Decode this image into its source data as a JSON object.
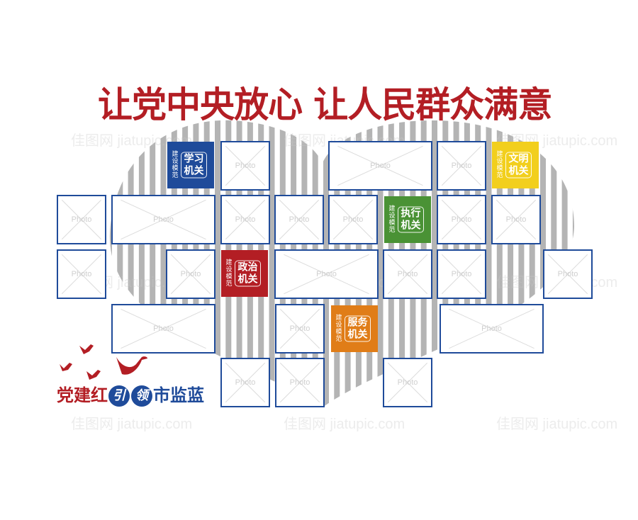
{
  "title": "让党中央放心 让人民群众满意",
  "slogan": {
    "part1": "党建红",
    "circled": [
      "引",
      "领"
    ],
    "part2": "市监蓝"
  },
  "photo_placeholder_label": "Photo",
  "badges": [
    {
      "id": "study",
      "side_text": "建设模范",
      "line1": "学习",
      "line2": "机关",
      "color": "#1f4b9a"
    },
    {
      "id": "civil",
      "side_text": "建设模范",
      "line1": "文明",
      "line2": "机关",
      "color": "#f2cf1d"
    },
    {
      "id": "execute",
      "side_text": "建设模范",
      "line1": "执行",
      "line2": "机关",
      "color": "#4a9235"
    },
    {
      "id": "politics",
      "side_text": "建设模范",
      "line1": "政治",
      "line2": "机关",
      "color": "#b31e24"
    },
    {
      "id": "service",
      "side_text": "建设模范",
      "line1": "服务",
      "line2": "机关",
      "color": "#e07d18"
    }
  ],
  "watermark_text": "佳图网 jiatupic.com",
  "colors": {
    "title_red": "#b31e24",
    "frame_blue": "#1f4b9a",
    "stripe_gray": "#b4b4b4"
  }
}
